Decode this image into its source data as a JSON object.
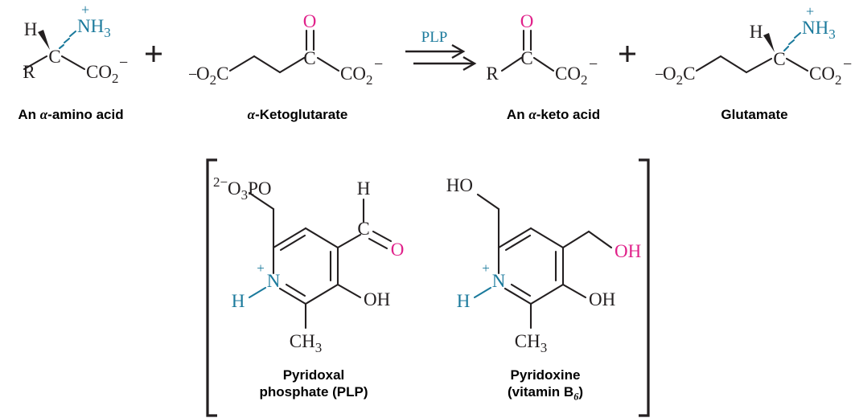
{
  "figure": {
    "type": "chemical-reaction-scheme",
    "title": "Transamination of an alpha-amino acid with alpha-ketoglutarate catalyzed by PLP"
  },
  "colors": {
    "bond": "#231f20",
    "nitrogen_blue": "#1b7a9c",
    "oxygen_pink": "#e0218a",
    "text_black": "#000000",
    "background": "#ffffff"
  },
  "reaction": {
    "plus_sign_1": "+",
    "plus_sign_2": "+",
    "arrow_label": "PLP",
    "arrow_type": "double-forward-arrow"
  },
  "reactants": [
    {
      "id": "amino-acid",
      "caption_prefix": "An ",
      "caption_alpha": "α",
      "caption_suffix": "-amino acid",
      "caption_full": "An α-amino acid",
      "labels": {
        "h": "H",
        "nh3": "NH",
        "nh3_sub": "3",
        "nh3_charge": "+",
        "center": "C",
        "r": "R",
        "co2": "CO",
        "co2_sub": "2",
        "co2_charge": "−"
      }
    },
    {
      "id": "alpha-ketoglutarate",
      "caption_alpha": "α",
      "caption_suffix": "-Ketoglutarate",
      "caption_full": "α-Ketoglutarate",
      "labels": {
        "left_charge": "−",
        "left_o2c": "O",
        "left_o2c_sub": "2",
        "left_o2c_c": "C",
        "ketone_o": "O",
        "ketone_c": "C",
        "co2": "CO",
        "co2_sub": "2",
        "co2_charge": "−"
      }
    }
  ],
  "products": [
    {
      "id": "alpha-keto-acid",
      "caption_prefix": "An ",
      "caption_alpha": "α",
      "caption_suffix": "-keto acid",
      "caption_full": "An α-keto acid",
      "labels": {
        "ketone_o": "O",
        "ketone_c": "C",
        "r": "R",
        "co2": "CO",
        "co2_sub": "2",
        "co2_charge": "−"
      }
    },
    {
      "id": "glutamate",
      "caption_full": "Glutamate",
      "labels": {
        "left_charge": "−",
        "left_o2c": "O",
        "left_o2c_sub": "2",
        "left_o2c_c": "C",
        "h": "H",
        "nh3": "NH",
        "nh3_sub": "3",
        "nh3_charge": "+",
        "center": "C",
        "co2": "CO",
        "co2_sub": "2",
        "co2_charge": "−"
      }
    }
  ],
  "cofactors": {
    "bracketed": true,
    "items": [
      {
        "id": "pyridoxal-phosphate",
        "caption_line1": "Pyridoxal",
        "caption_line2": "phosphate (PLP)",
        "labels": {
          "phosphate_charge": "2−",
          "phosphate": "O",
          "phosphate_sub": "3",
          "phosphate_po": "PO",
          "aldehyde_h": "H",
          "aldehyde_c": "C",
          "aldehyde_o": "O",
          "hydroxyl": "OH",
          "methyl": "CH",
          "methyl_sub": "3",
          "ring_n": "N",
          "ring_n_charge": "+",
          "ring_nh": "H"
        }
      },
      {
        "id": "pyridoxine",
        "caption_line1": "Pyridoxine",
        "caption_line2_open": "(vitamin B",
        "caption_line2_sub": "6",
        "caption_line2_close": ")",
        "caption_line2": "(vitamin B6)",
        "labels": {
          "ho_top": "HO",
          "oh_side": "OH",
          "hydroxyl": "OH",
          "methyl": "CH",
          "methyl_sub": "3",
          "ring_n": "N",
          "ring_n_charge": "+",
          "ring_nh": "H"
        }
      }
    ]
  }
}
